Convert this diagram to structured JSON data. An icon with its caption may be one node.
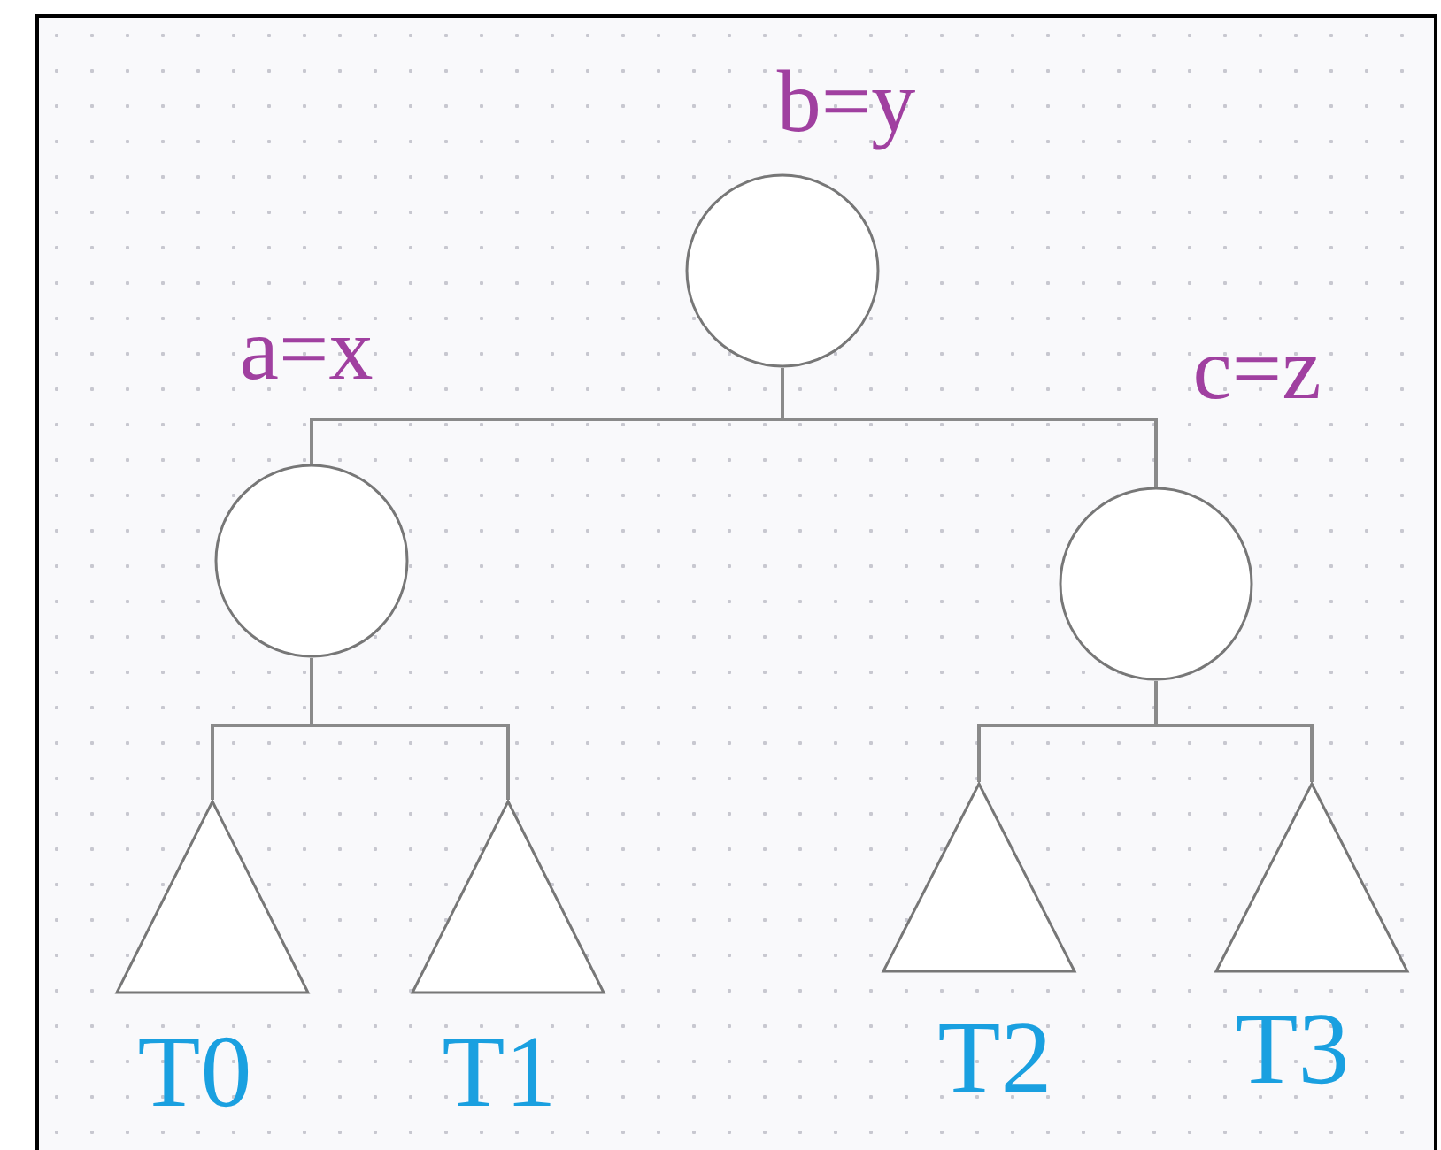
{
  "diagram": {
    "nodes": [
      {
        "text": [
          "b=y"
        ]
      },
      {
        "text": [
          "a=x"
        ]
      },
      {
        "text": [
          "c=z"
        ]
      },
      {
        "text": [
          "T0"
        ]
      },
      {
        "text": [
          "T1"
        ]
      },
      {
        "text": [
          "T2"
        ]
      },
      {
        "text": [
          "T3"
        ]
      }
    ],
    "edges": [
      {
        "from": 0,
        "to": 1,
        "arrow": "none"
      },
      {
        "from": 0,
        "to": 2,
        "arrow": "none"
      },
      {
        "from": 1,
        "to": 3,
        "arrow": "none"
      },
      {
        "from": 1,
        "to": 4,
        "arrow": "none"
      },
      {
        "from": 2,
        "to": 5,
        "arrow": "none"
      },
      {
        "from": 2,
        "to": 6,
        "arrow": "none"
      }
    ]
  }
}
